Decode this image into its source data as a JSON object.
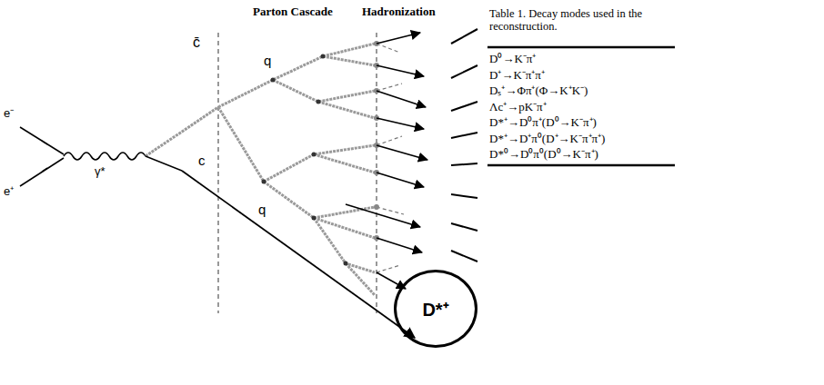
{
  "diagram": {
    "nodes": [
      {
        "text": [
          "D*⁺"
        ]
      }
    ],
    "labels": [
      "Parton Cascade",
      "Hadronization",
      "e⁻",
      "e⁺",
      "γ*",
      "c̄",
      "c",
      "q",
      "q",
      "Table 1. Decay modes used in the reconstruction.",
      "D⁰→K⁻π⁺",
      "D⁺→K⁻π⁺π⁺",
      "Dₛ⁺→Φπ⁺(Φ→K⁺K⁻)",
      "Λc⁺→pK⁻π⁺",
      "D*⁺→D⁰π⁺(D⁰→K⁻π⁺)",
      "D*⁺→D⁺π⁰(D⁺→K⁻π⁺π⁺)",
      "D*⁰→D⁰π⁰(D⁰→K⁻π⁺)"
    ]
  }
}
